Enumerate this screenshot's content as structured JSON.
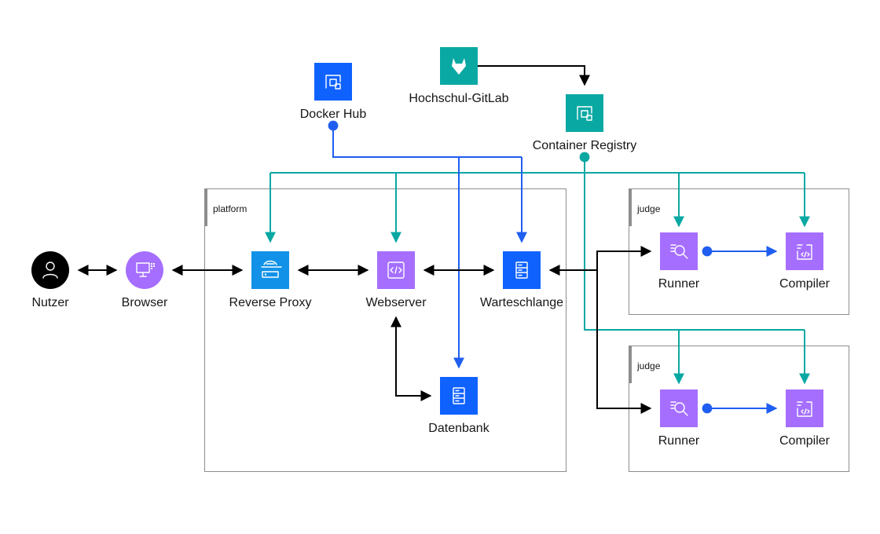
{
  "colors": {
    "purple": "#a56eff",
    "blue": "#0f62fe",
    "sky": "#1192e8",
    "teal": "#0aa8a3",
    "black": "#000000",
    "edge_blue": "#1f5ef0",
    "edge_teal": "#0aa8a3"
  },
  "groups": {
    "platform": "platform",
    "judge_top": "judge",
    "judge_bottom": "judge"
  },
  "nodes": {
    "nutzer": {
      "label": "Nutzer",
      "icon": "user-icon"
    },
    "browser": {
      "label": "Browser",
      "icon": "desktop-icon"
    },
    "reverse_proxy": {
      "label": "Reverse Proxy",
      "icon": "load-balancer-icon"
    },
    "webserver": {
      "label": "Webserver",
      "icon": "code-window-icon"
    },
    "warteschlange": {
      "label": "Warteschlange",
      "icon": "server-rack-icon"
    },
    "datenbank": {
      "label": "Datenbank",
      "icon": "database-icon"
    },
    "docker_hub": {
      "label": "Docker Hub",
      "icon": "container-registry-icon"
    },
    "gitlab": {
      "label": "Hochschul-GitLab",
      "icon": "gitlab-icon"
    },
    "container_registry": {
      "label": "Container Registry",
      "icon": "container-registry-icon"
    },
    "runner_top": {
      "label": "Runner",
      "icon": "runner-search-icon"
    },
    "compiler_top": {
      "label": "Compiler",
      "icon": "compiler-code-icon"
    },
    "runner_bottom": {
      "label": "Runner",
      "icon": "runner-search-icon"
    },
    "compiler_bottom": {
      "label": "Compiler",
      "icon": "compiler-code-icon"
    }
  }
}
